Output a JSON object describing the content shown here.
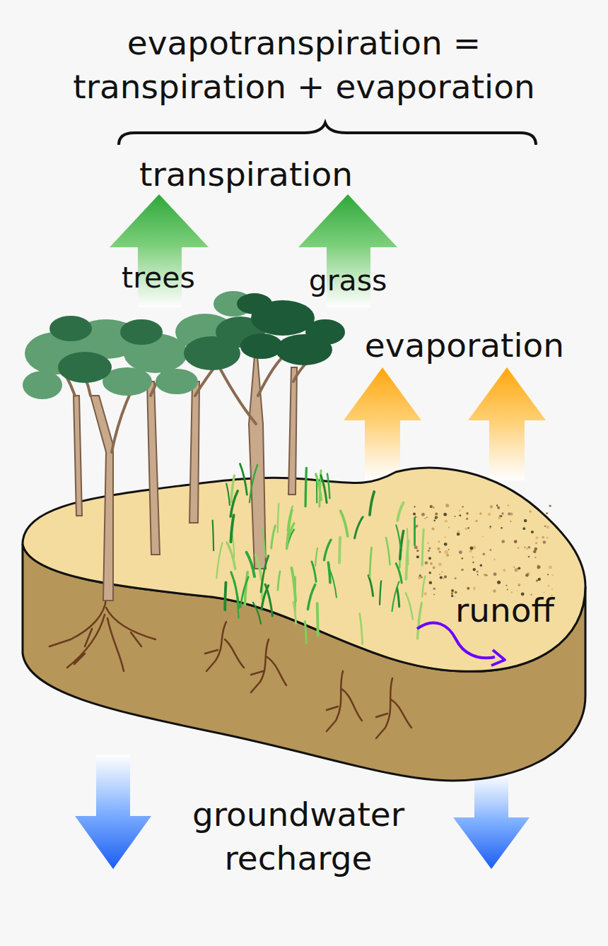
{
  "diagram": {
    "title": "evapotranspiration = transpiration + evaporation",
    "labels": [
      "transpiration",
      "trees",
      "grass",
      "evaporation",
      "runoff",
      "groundwater recharge"
    ]
  }
}
